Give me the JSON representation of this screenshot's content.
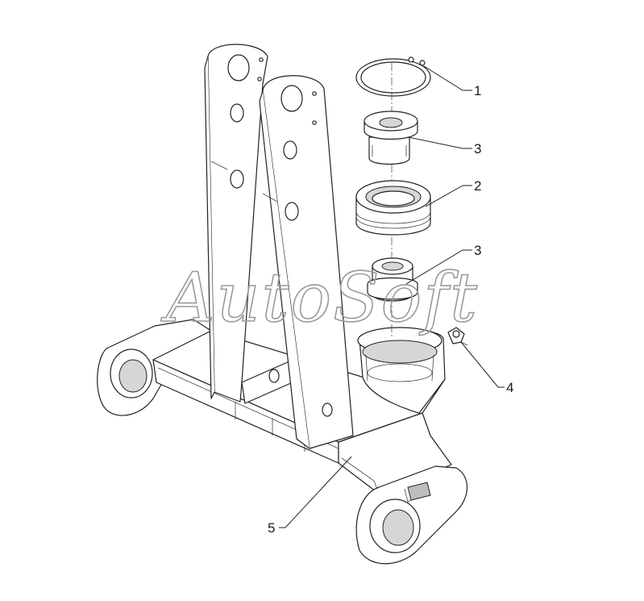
{
  "watermark": "AutoSoft",
  "callouts": [
    {
      "id": "1",
      "label": "1"
    },
    {
      "id": "3a",
      "label": "3"
    },
    {
      "id": "2",
      "label": "2"
    },
    {
      "id": "3b",
      "label": "3"
    },
    {
      "id": "4",
      "label": "4"
    },
    {
      "id": "5",
      "label": "5"
    }
  ]
}
